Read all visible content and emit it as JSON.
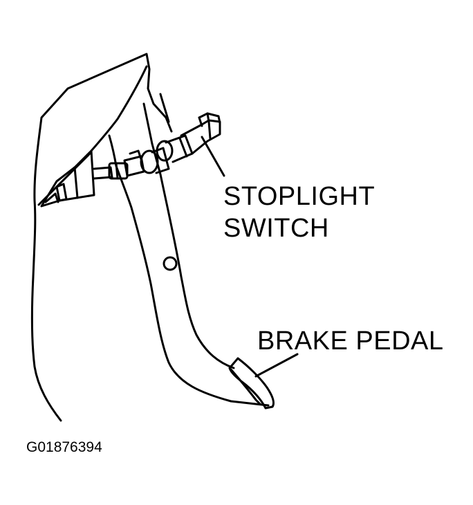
{
  "labels": {
    "stoplight_switch": [
      "STOPLIGHT",
      "SWITCH"
    ],
    "brake_pedal": "BRAKE PEDAL"
  },
  "figure_id": "G01876394",
  "colors": {
    "ink": "#000000",
    "background": "#ffffff"
  }
}
